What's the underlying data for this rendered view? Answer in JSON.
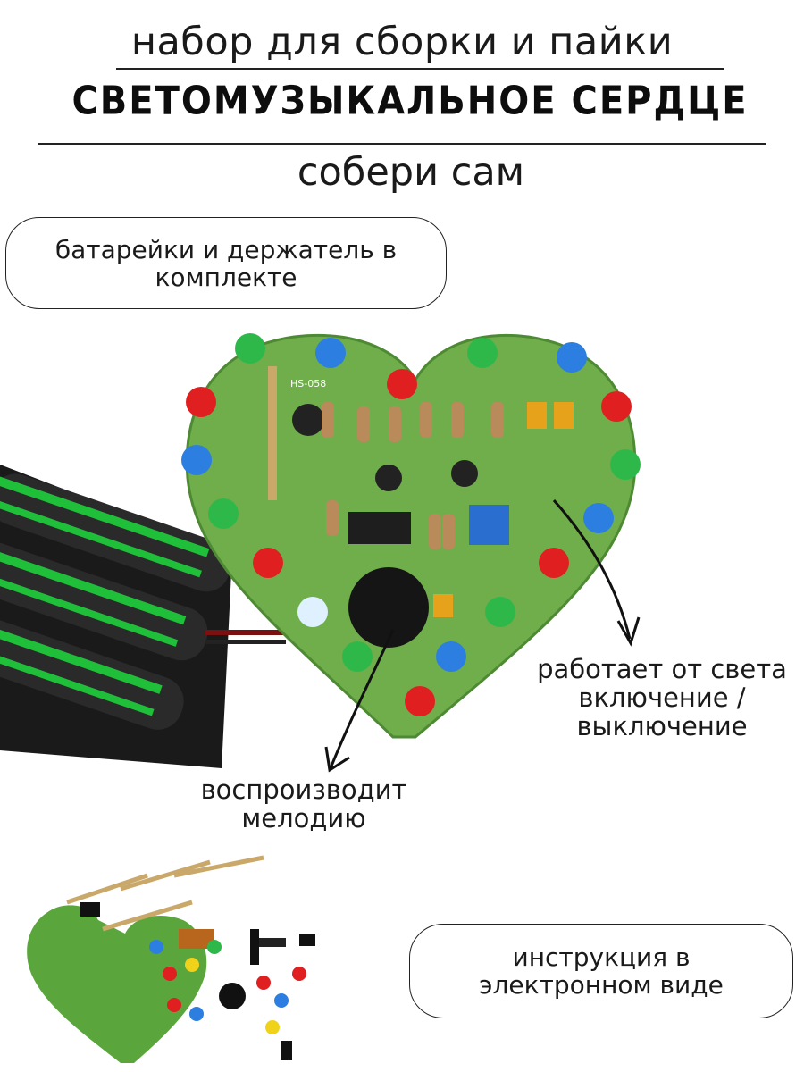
{
  "header": {
    "subtitle": "набор для сборки и пайки",
    "title": "СВЕТОМУЗЫКАЛЬНОЕ СЕРДЦЕ",
    "tagline": "собери сам"
  },
  "badges": {
    "batteries": "батарейки и держатель в комплекте",
    "instructions": "инструкция в электронном виде"
  },
  "callouts": {
    "light": "работает от света включение / выключение",
    "melody": "воспроизводит мелодию"
  },
  "board_labels": {
    "model": "HS-058"
  },
  "colors": {
    "pcb": "#6fae4a",
    "led_red": "#e02020",
    "led_blue": "#2c7fe0",
    "led_green": "#2fb84a",
    "battery_stripe": "#1fbf3a"
  }
}
